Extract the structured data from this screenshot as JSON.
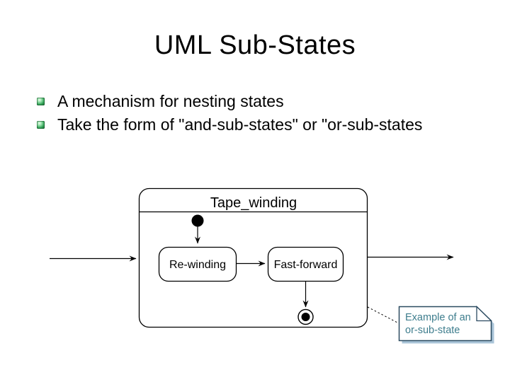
{
  "slide": {
    "title": "UML Sub-States",
    "bullets": [
      "A mechanism for nesting states",
      "Take the form of \"and-sub-states\" or \"or-sub-states"
    ]
  },
  "diagram": {
    "composite_state_label": "Tape_winding",
    "substates": [
      "Re-winding",
      "Fast-forward"
    ],
    "note": {
      "lines": [
        "Example of an",
        "or-sub-state"
      ]
    }
  },
  "colors": {
    "background": "#ffffff",
    "text": "#000000",
    "diagram_line": "#000000",
    "bullet_gem_green": "#2f9e54",
    "note_border": "#2b4a60",
    "note_text": "#3e7d8d",
    "note_shadow": "#aac4d8"
  }
}
